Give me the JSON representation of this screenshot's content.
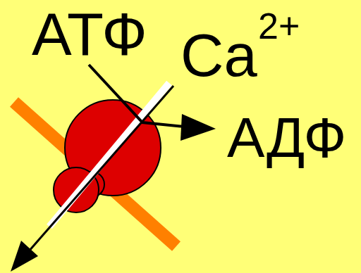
{
  "diagram": {
    "labels": [
      "АТФ",
      "Ca",
      "2+",
      "АДФ"
    ]
  }
}
